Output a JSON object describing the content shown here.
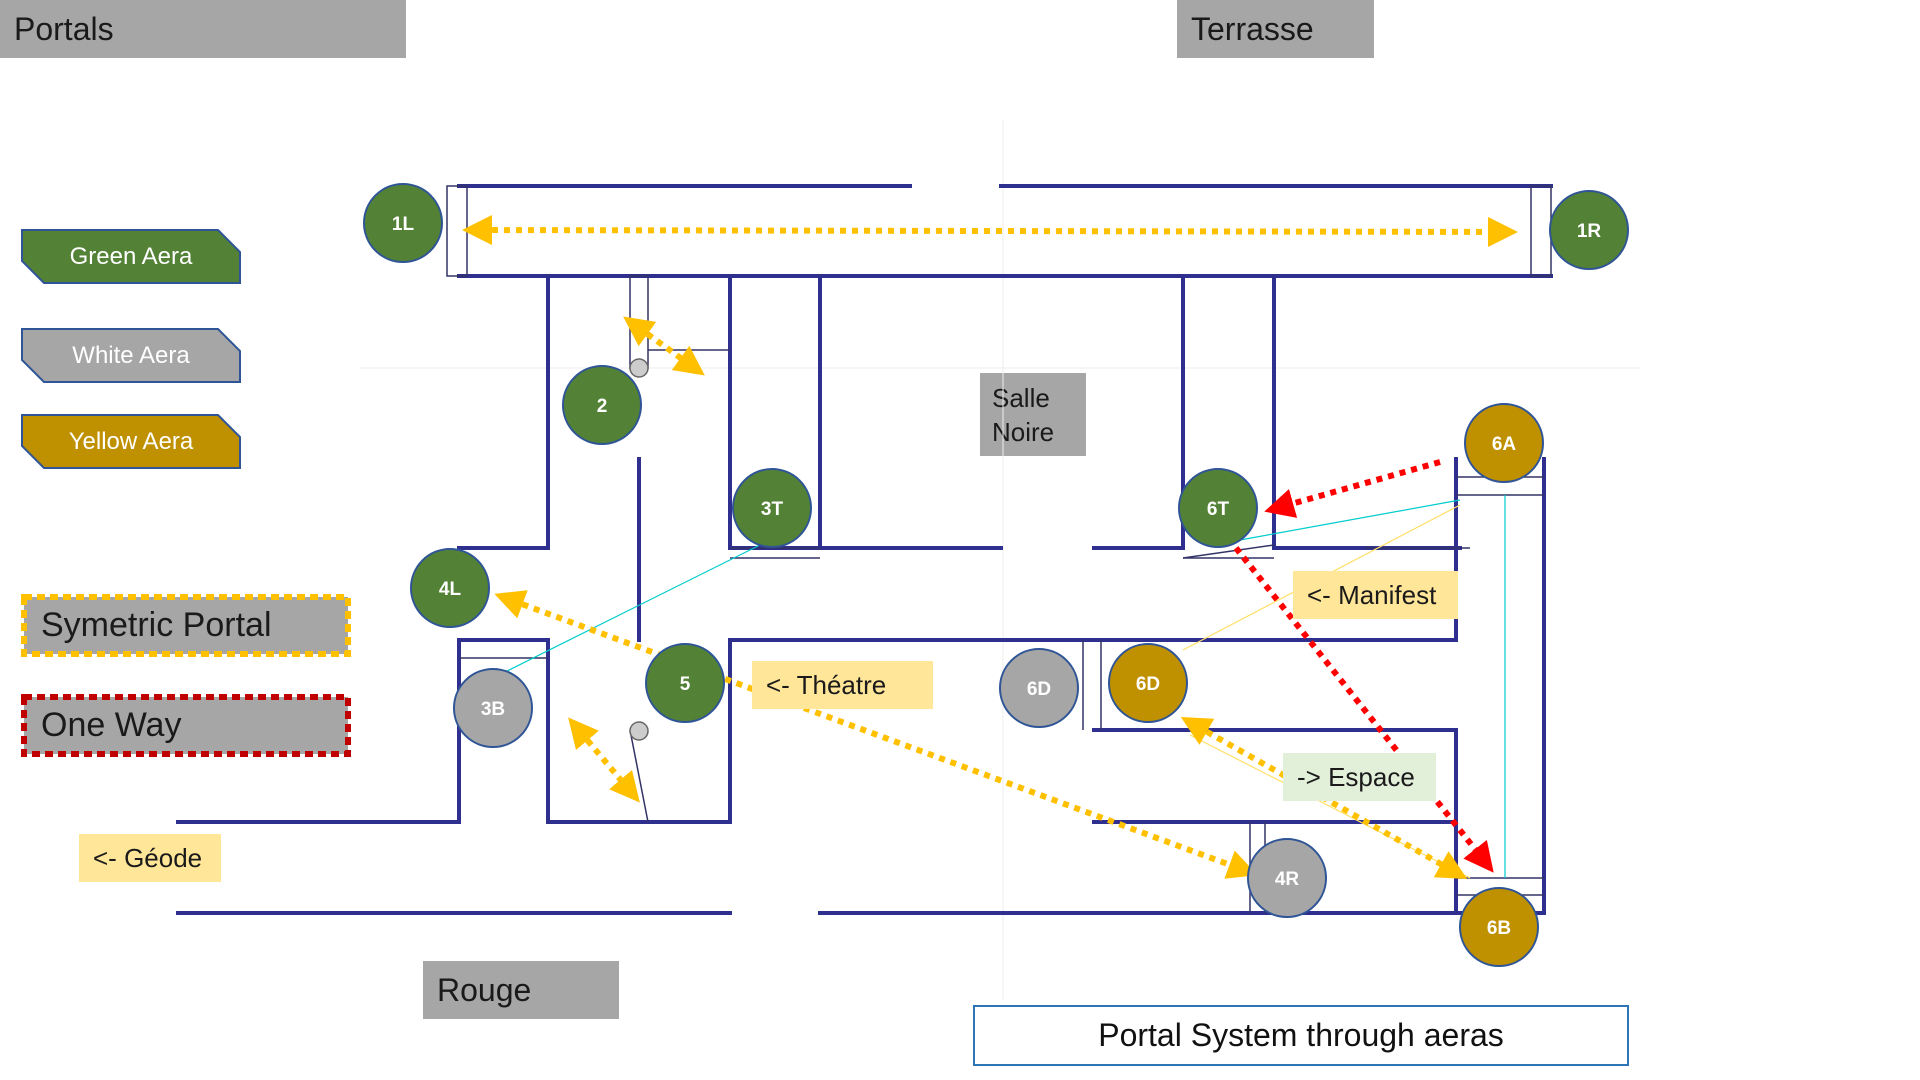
{
  "corner_labels": {
    "portals": "Portals",
    "terrasse": "Terrasse",
    "rouge": "Rouge",
    "salle_noire_line1": "Salle",
    "salle_noire_line2": "Noire"
  },
  "legend": {
    "green": "Green Aera",
    "white": "White Aera",
    "yellow": "Yellow Aera",
    "symetric": "Symetric Portal",
    "one_way": "One Way"
  },
  "destinations": {
    "manifest": "<- Manifest",
    "theatre": "<- Théatre",
    "espace": "-> Espace",
    "geode": "<- Géode"
  },
  "caption": "Portal System through aeras",
  "colors": {
    "green": "#538135",
    "white": "#a6a6a6",
    "yellow": "#bf9000",
    "symetric_arrow": "#ffc000",
    "one_way_arrow": "#ff0000",
    "wall": "#2f2f8f",
    "dest_yellow": "#ffe699",
    "dest_green": "#e2efd9",
    "caption_border": "#2e75b6"
  },
  "portals": [
    {
      "id": "1L",
      "label": "1L",
      "area": "green"
    },
    {
      "id": "1R",
      "label": "1R",
      "area": "green"
    },
    {
      "id": "2",
      "label": "2",
      "area": "green"
    },
    {
      "id": "3T",
      "label": "3T",
      "area": "green"
    },
    {
      "id": "3B",
      "label": "3B",
      "area": "white"
    },
    {
      "id": "4L",
      "label": "4L",
      "area": "green"
    },
    {
      "id": "4R",
      "label": "4R",
      "area": "white"
    },
    {
      "id": "5",
      "label": "5",
      "area": "green"
    },
    {
      "id": "6A",
      "label": "6A",
      "area": "yellow"
    },
    {
      "id": "6B",
      "label": "6B",
      "area": "yellow"
    },
    {
      "id": "6D",
      "label": "6D",
      "area": "yellow"
    },
    {
      "id": "6D-white",
      "label": "6D",
      "area": "white"
    },
    {
      "id": "6T",
      "label": "6T",
      "area": "green"
    }
  ]
}
